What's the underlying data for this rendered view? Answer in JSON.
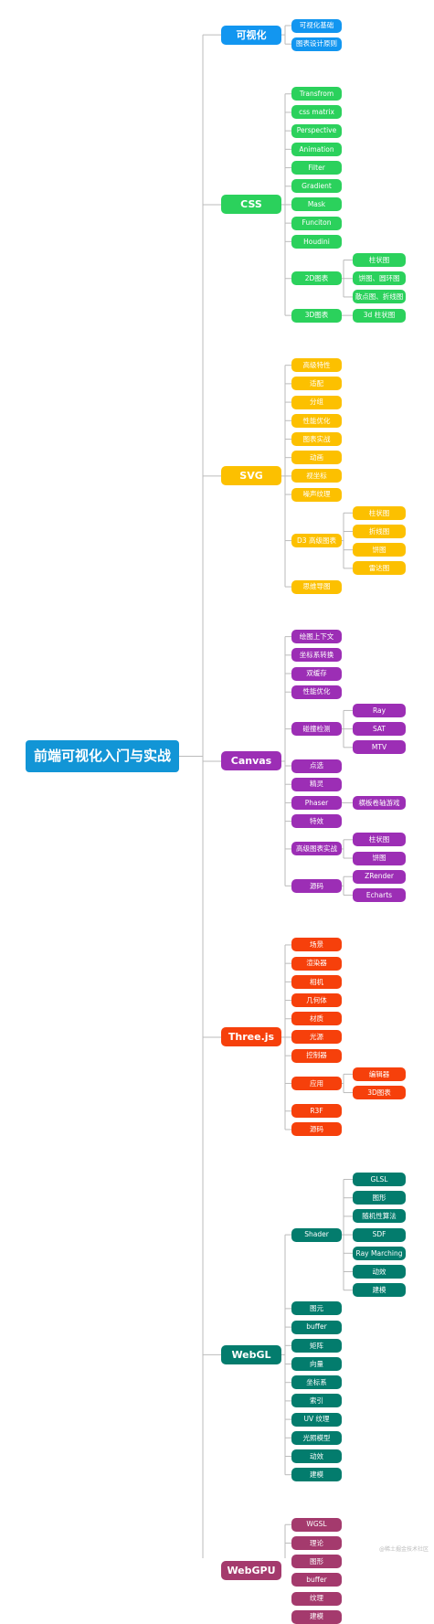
{
  "root": "前端可视化入门与实战",
  "categories": [
    {
      "label": "可视化",
      "color": "#1296f0",
      "children": [
        {
          "label": "可视化基础"
        },
        {
          "label": "图表设计原则"
        }
      ]
    },
    {
      "label": "CSS",
      "color": "#2bd15c",
      "children": [
        {
          "label": "Transfrom"
        },
        {
          "label": "css matrix"
        },
        {
          "label": "Perspective"
        },
        {
          "label": "Animation"
        },
        {
          "label": "Filter"
        },
        {
          "label": "Gradient"
        },
        {
          "label": "Mask"
        },
        {
          "label": "Funciton"
        },
        {
          "label": "Houdini"
        },
        {
          "label": "2D图表",
          "children": [
            {
              "label": "柱状图"
            },
            {
              "label": "饼图、圆环图"
            },
            {
              "label": "散点图、折线图"
            }
          ]
        },
        {
          "label": "3D图表",
          "children": [
            {
              "label": "3d 柱状图"
            }
          ]
        }
      ]
    },
    {
      "label": "SVG",
      "color": "#fcc000",
      "children": [
        {
          "label": "高级特性"
        },
        {
          "label": "适配"
        },
        {
          "label": "分组"
        },
        {
          "label": "性能优化"
        },
        {
          "label": "图表实战"
        },
        {
          "label": "动画"
        },
        {
          "label": "视坐标"
        },
        {
          "label": "噪声纹理"
        },
        {
          "label": "D3 高级图表",
          "children": [
            {
              "label": "柱状图"
            },
            {
              "label": "折线图"
            },
            {
              "label": "饼图"
            },
            {
              "label": "雷达图"
            }
          ]
        },
        {
          "label": "思维导图"
        }
      ]
    },
    {
      "label": "Canvas",
      "color": "#9c2eb5",
      "children": [
        {
          "label": "绘图上下文"
        },
        {
          "label": "坐标系转换"
        },
        {
          "label": "双缓存"
        },
        {
          "label": "性能优化"
        },
        {
          "label": "碰撞检测",
          "children": [
            {
              "label": "Ray"
            },
            {
              "label": "SAT"
            },
            {
              "label": "MTV"
            }
          ]
        },
        {
          "label": "点选"
        },
        {
          "label": "精灵"
        },
        {
          "label": "Phaser",
          "children": [
            {
              "label": "横板卷轴游戏"
            }
          ]
        },
        {
          "label": "特效"
        },
        {
          "label": "高级图表实战",
          "children": [
            {
              "label": "柱状图"
            },
            {
              "label": "饼图"
            }
          ]
        },
        {
          "label": "源码",
          "children": [
            {
              "label": "ZRender"
            },
            {
              "label": "Echarts"
            }
          ]
        }
      ]
    },
    {
      "label": "Three.js",
      "color": "#f6400b",
      "children": [
        {
          "label": "场景"
        },
        {
          "label": "渲染器"
        },
        {
          "label": "相机"
        },
        {
          "label": "几何体"
        },
        {
          "label": "材质"
        },
        {
          "label": "光源"
        },
        {
          "label": "控制器"
        },
        {
          "label": "应用",
          "children": [
            {
              "label": "编辑器"
            },
            {
              "label": "3D图表"
            }
          ]
        },
        {
          "label": "R3F"
        },
        {
          "label": "源码"
        }
      ]
    },
    {
      "label": "WebGL",
      "color": "#037c6d",
      "children": [
        {
          "label": "Shader",
          "children": [
            {
              "label": "GLSL"
            },
            {
              "label": "图形"
            },
            {
              "label": "随机性算法"
            },
            {
              "label": "SDF"
            },
            {
              "label": "Ray Marching"
            },
            {
              "label": "动效"
            },
            {
              "label": "建模"
            }
          ]
        },
        {
          "label": "图元"
        },
        {
          "label": "buffer"
        },
        {
          "label": "矩阵"
        },
        {
          "label": "向量"
        },
        {
          "label": "坐标系"
        },
        {
          "label": "索引"
        },
        {
          "label": "UV 纹理"
        },
        {
          "label": "光照模型"
        },
        {
          "label": "动效"
        },
        {
          "label": "建模"
        }
      ]
    },
    {
      "label": "WebGPU",
      "color": "#a43a6d",
      "children": [
        {
          "label": "WGSL"
        },
        {
          "label": "理论"
        },
        {
          "label": "图形"
        },
        {
          "label": "buffer"
        },
        {
          "label": "纹理"
        },
        {
          "label": "建模"
        }
      ]
    }
  ],
  "watermark": "@稀土掘金技术社区"
}
